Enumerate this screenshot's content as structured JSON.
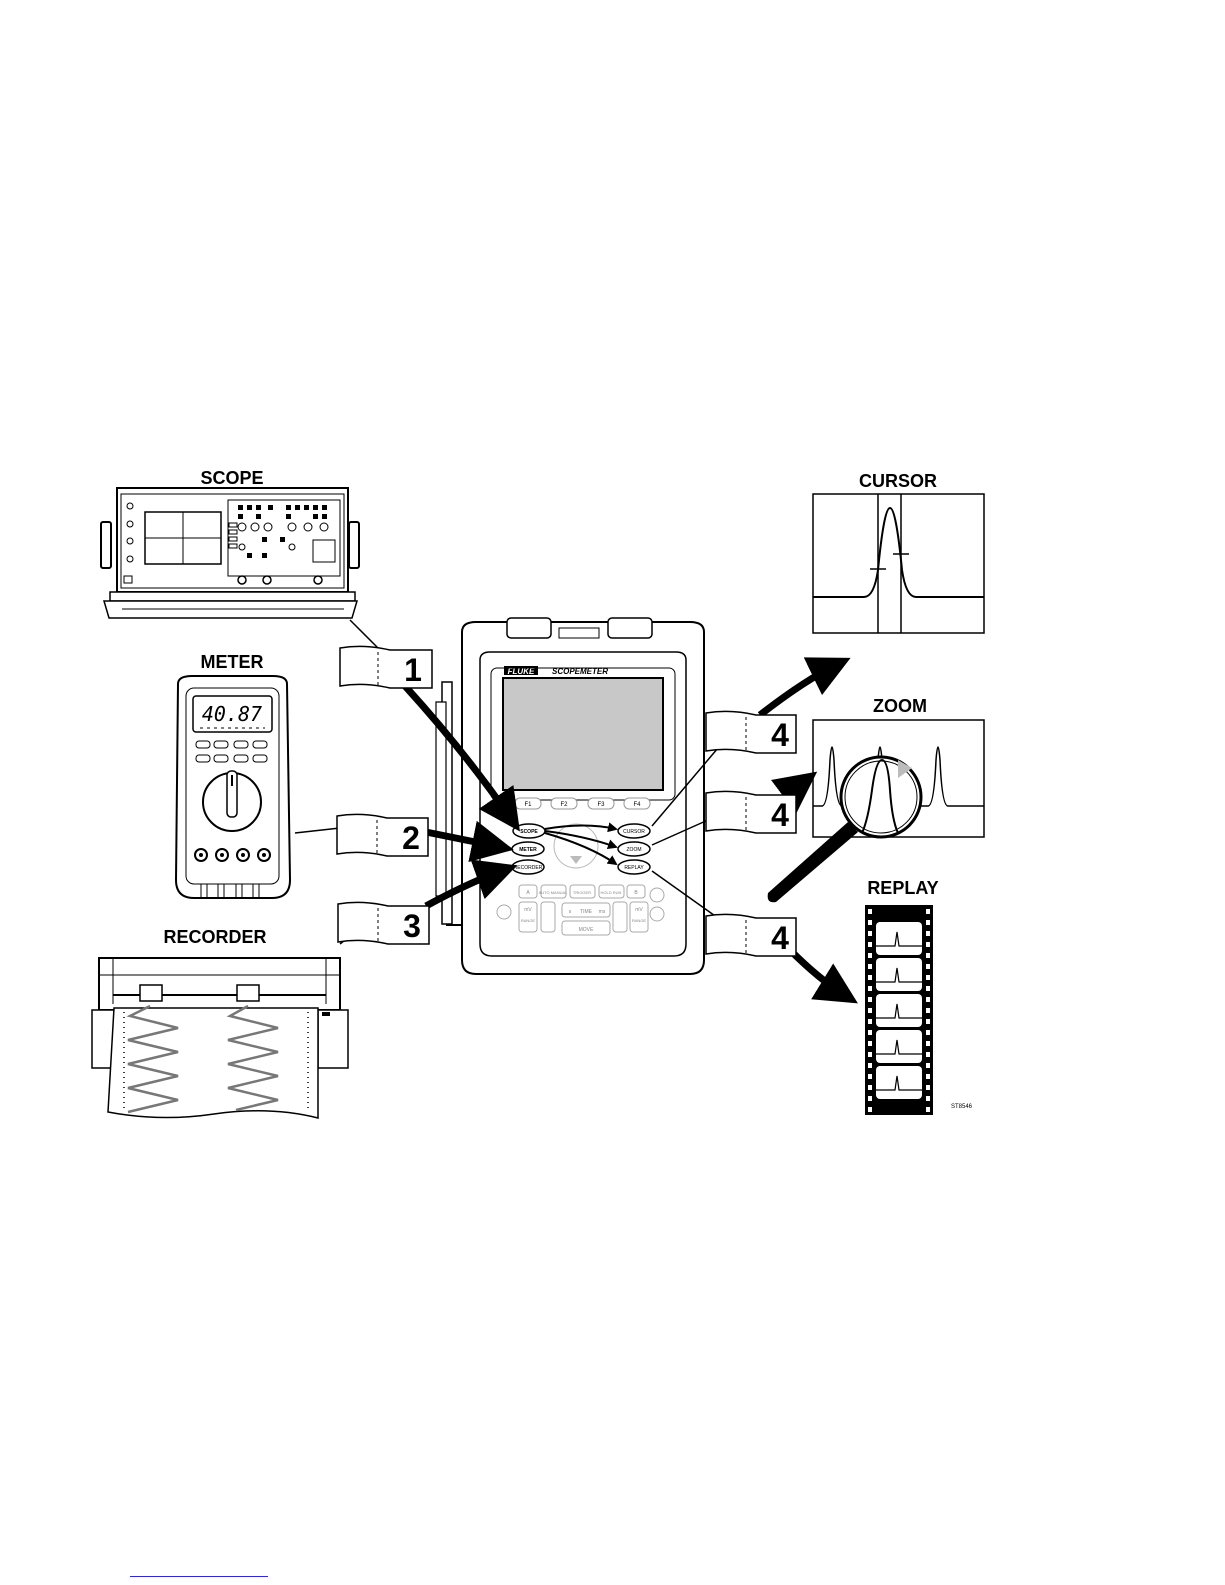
{
  "labels": {
    "scope": "SCOPE",
    "meter": "METER",
    "recorder": "RECORDER",
    "cursor": "CURSOR",
    "zoom": "ZOOM",
    "replay": "REPLAY"
  },
  "steps": {
    "s1": "1",
    "s2": "2",
    "s3": "3",
    "s4a": "4",
    "s4b": "4",
    "s4c": "4"
  },
  "instrument": {
    "brand": "FLUKE",
    "model": "SCOPEMETER",
    "fkeys": [
      "F1",
      "F2",
      "F3",
      "F4"
    ],
    "buttons": {
      "scope": "SCOPE",
      "meter": "METER",
      "recorder": "RECORDER",
      "cursor": "CURSOR",
      "zoom": "ZOOM",
      "replay": "REPLAY"
    },
    "keypad": {
      "a": "A",
      "b": "B",
      "auto_manual": "AUTO MANUAL",
      "trigger": "TRIGGER",
      "hold_run": "HOLD RUN",
      "time": "TIME",
      "ms": "ms",
      "s": "s",
      "mv_a": "mV",
      "mv_b": "mV",
      "move": "MOVE",
      "range_a": "RANGE",
      "range_b": "RANGE"
    }
  },
  "meter_reading": "40.87",
  "figure_id": "ST8546"
}
